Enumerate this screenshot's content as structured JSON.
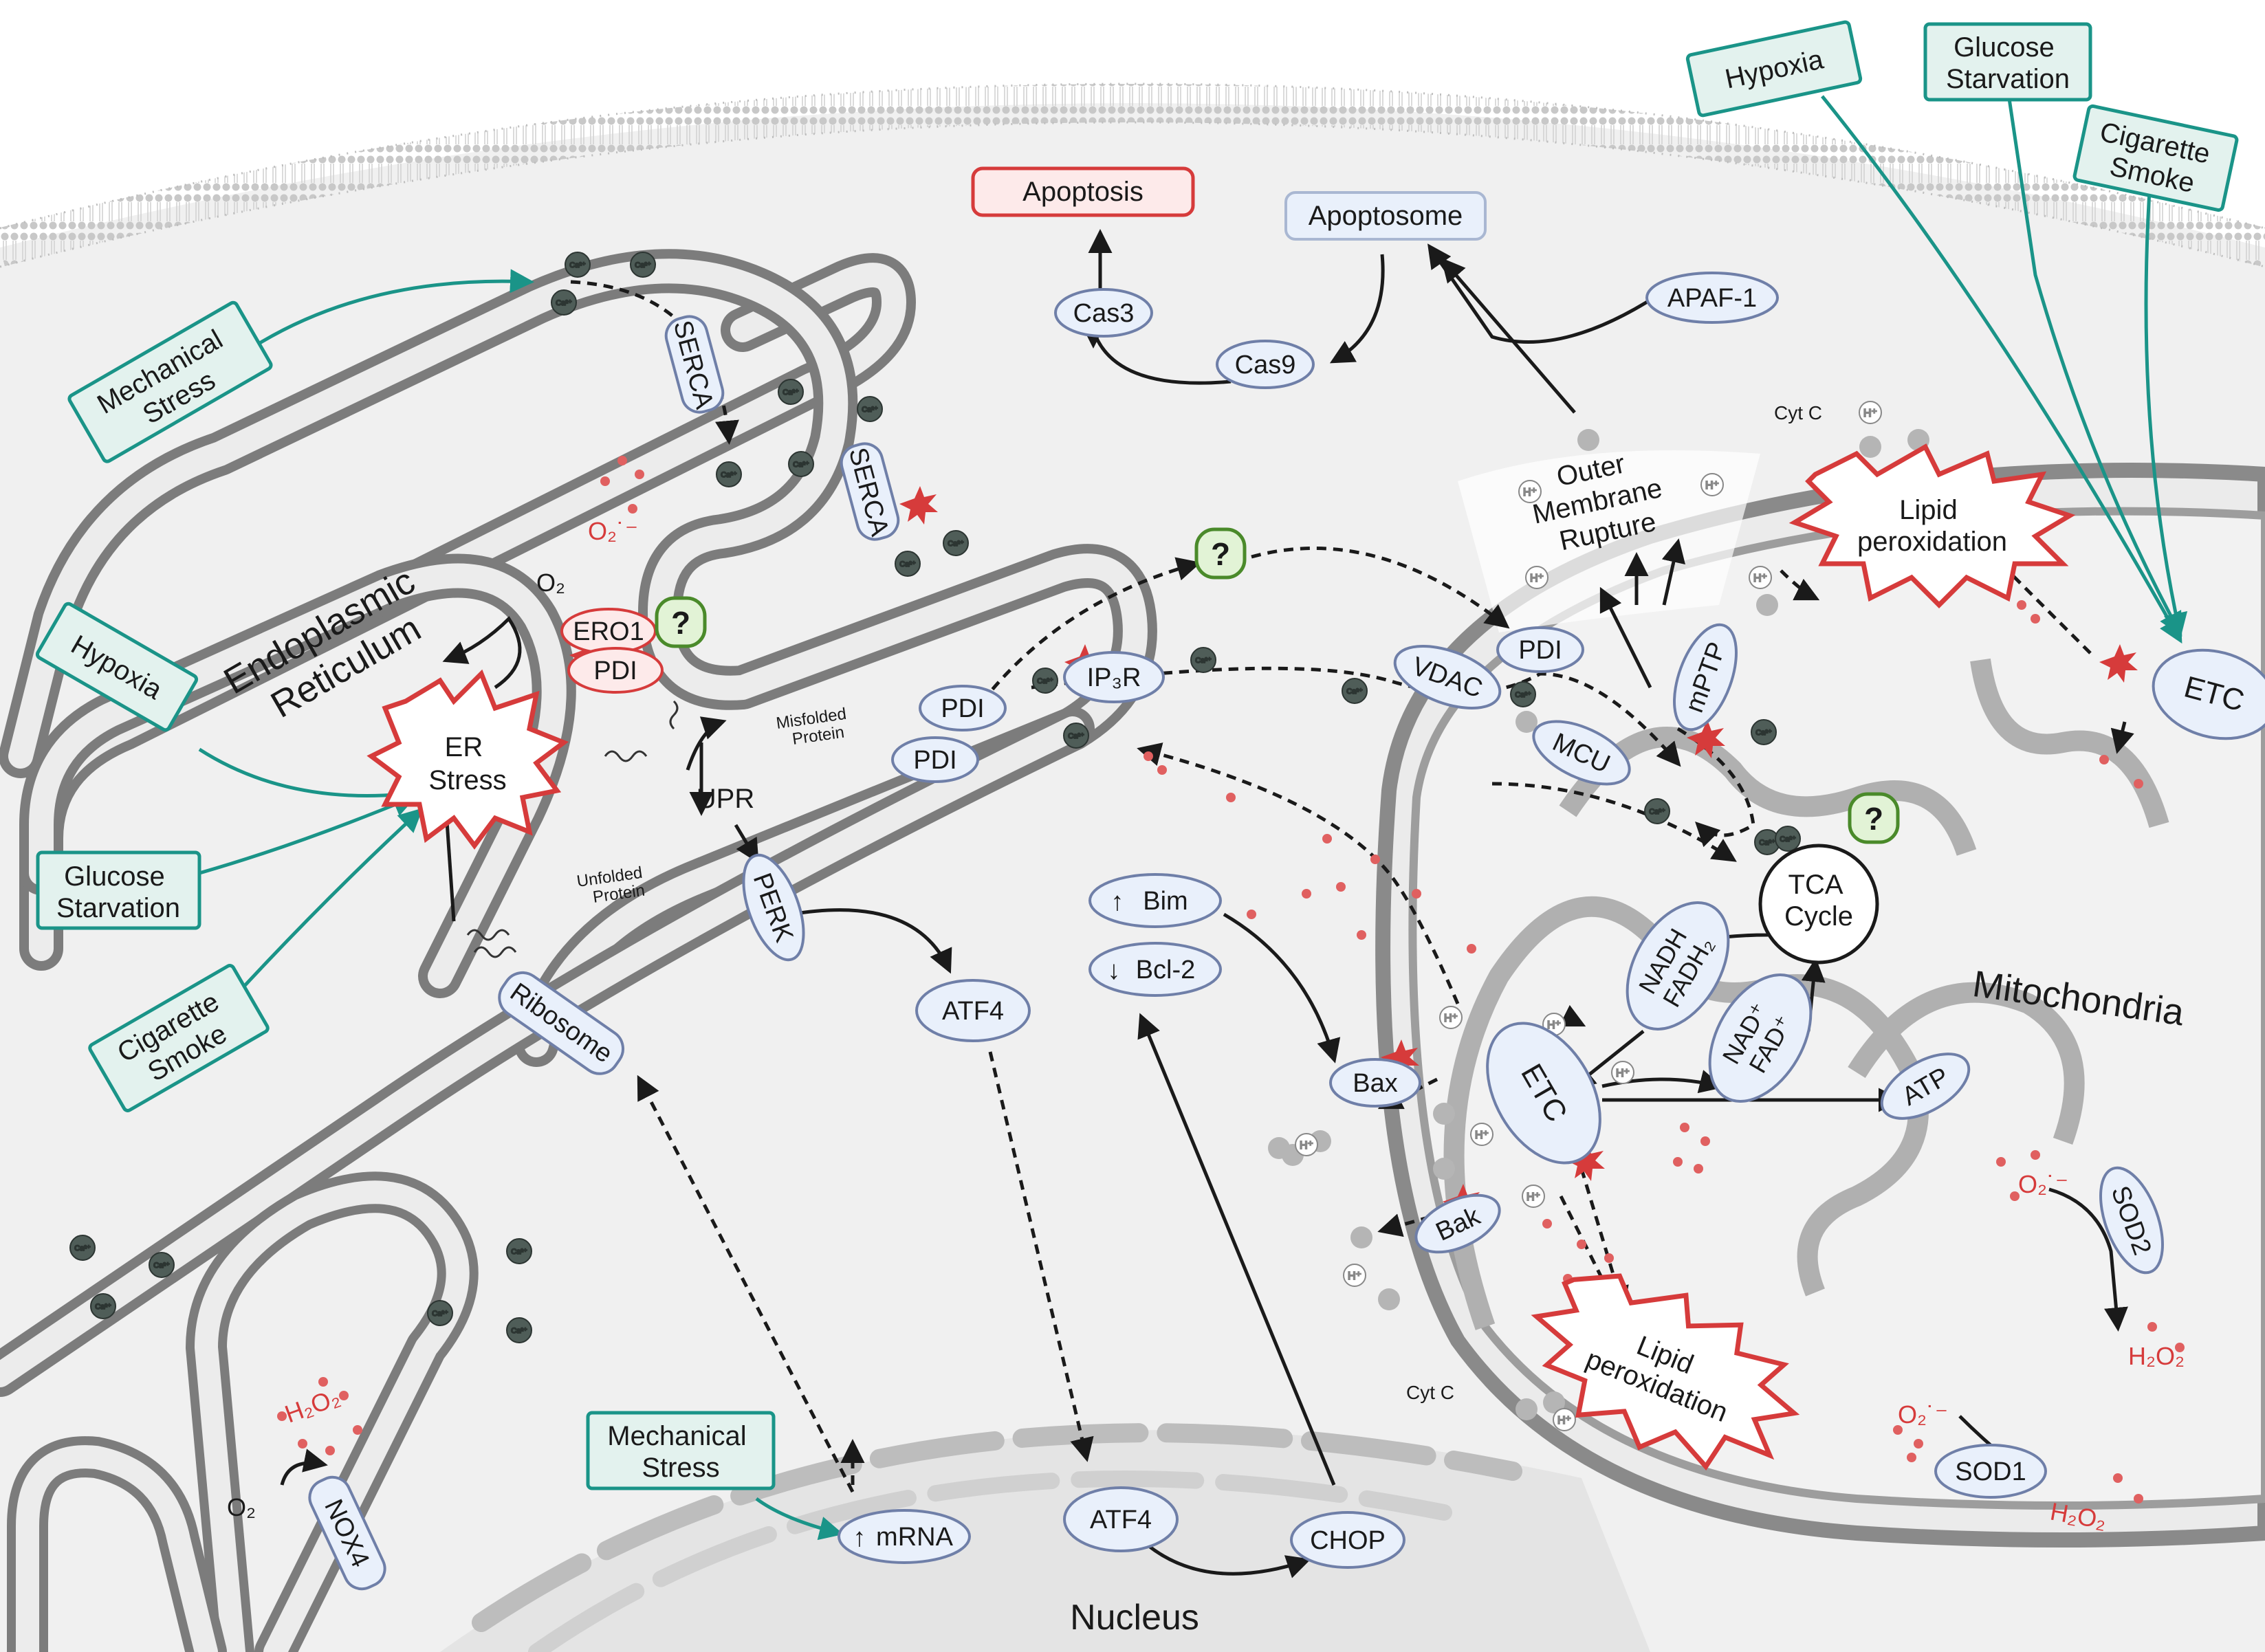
{
  "organelles": {
    "er": "Endoplasmic Reticulum",
    "mito": "Mitochondria",
    "nucleus": "Nucleus"
  },
  "stressors": {
    "mech_top": "Mechanical Stress",
    "hypoxia_left": "Hypoxia",
    "glucose_left": "Glucose Starvation",
    "smoke_left": "Cigarette Smoke",
    "mech_bottom": "Mechanical Stress",
    "hypoxia_right": "Hypoxia",
    "glucose_right": "Glucose Starvation",
    "smoke_right": "Cigarette Smoke"
  },
  "nodes": {
    "apoptosis": "Apoptosis",
    "apoptosome": "Apoptosome",
    "cas3": "Cas3",
    "cas9": "Cas9",
    "apaf1": "APAF-1",
    "serca1": "SERCA",
    "serca2": "SERCA",
    "ero1": "ERO1",
    "pdi_er": "PDI",
    "pdi1": "PDI",
    "pdi2": "PDI",
    "pdi_mito": "PDI",
    "ip3r": "IP₃R",
    "vdac": "VDAC",
    "mcu": "MCU",
    "mptp": "mPTP",
    "upr": "UPR",
    "perk": "PERK",
    "atf4_a": "ATF4",
    "atf4_b": "ATF4",
    "chop": "CHOP",
    "bim": "Bim",
    "bcl2": "Bcl-2",
    "bax": "Bax",
    "bak": "Bak",
    "etc_main": "ETC",
    "etc_right": "ETC",
    "atp": "ATP",
    "tca": [
      "TCA",
      "Cycle"
    ],
    "nadh": [
      "NADH",
      "FADH₂"
    ],
    "nad": [
      "NAD⁺",
      "FAD⁺"
    ],
    "ribosome": "Ribosome",
    "mrna": "mRNA",
    "nox4": "NOX4",
    "sod1": "SOD1",
    "sod2": "SOD2",
    "er_stress": [
      "ER",
      "Stress"
    ],
    "lipid_top": [
      "Lipid",
      "peroxidation"
    ],
    "lipid_bottom": [
      "Lipid",
      "peroxidation"
    ],
    "omr": [
      "Outer",
      "Membrane",
      "Rupture"
    ],
    "question": "?"
  },
  "small_labels": {
    "o2_ero": "O₂",
    "superoxide_er": "O₂˙⁻",
    "h2o2_er": "H₂O₂",
    "o2_nox": "O₂",
    "superoxide_sod2": "O₂˙⁻",
    "h2o2_sod2": "H₂O₂",
    "superoxide_sod1": "O₂˙⁻",
    "h2o2_sod1": "H₂O₂",
    "cytc_top": "Cyt C",
    "cytc_bottom": "Cyt C",
    "misfolded": [
      "Misfolded",
      "Protein"
    ],
    "unfolded": [
      "Unfolded",
      "Protein"
    ],
    "ca": "Ca²⁺",
    "h": "H⁺"
  },
  "colors": {
    "teal": "#1a9488",
    "teal_fill": "#e3f2ee",
    "red": "#d63b3b",
    "node_fill": "#e9f0fb",
    "node_stroke": "#6f7fa8",
    "er_membrane": "#8a8a8a",
    "calcium": "#4f5d58"
  }
}
